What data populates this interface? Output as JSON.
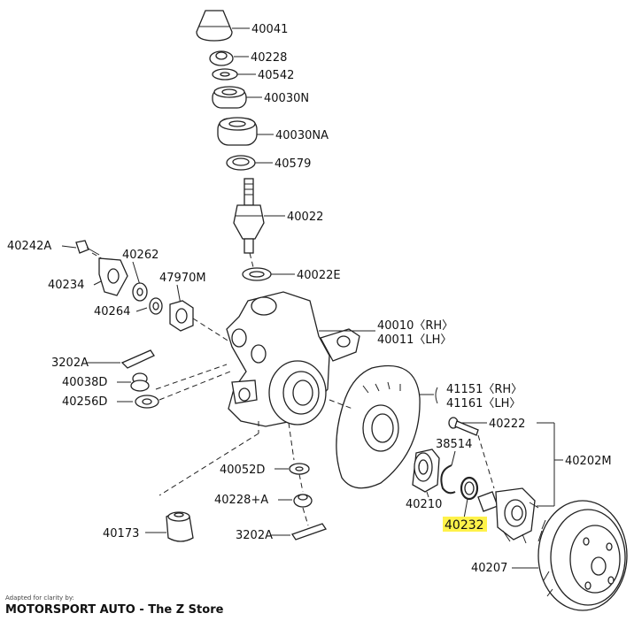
{
  "labels": {
    "p40041": "40041",
    "p40228": "40228",
    "p40542": "40542",
    "p40030N": "40030N",
    "p40030NA": "40030NA",
    "p40579": "40579",
    "p40022": "40022",
    "p40022E": "40022E",
    "p40242A": "40242A",
    "p40262": "40262",
    "p40234": "40234",
    "p47970M": "47970M",
    "p40264": "40264",
    "p40010": "40010〈RH〉",
    "p40011": "40011〈LH〉",
    "p3202A_top": "3202A",
    "p40038D": "40038D",
    "p40256D": "40256D",
    "p41151": "41151〈RH〉",
    "p41161": "41161〈LH〉",
    "p40222": "40222",
    "p38514": "38514",
    "p40202M": "40202M",
    "p40052D": "40052D",
    "p40228A": "40228+A",
    "p40210": "40210",
    "p40232": "40232",
    "p40173": "40173",
    "p3202A_bottom": "3202A",
    "p40207": "40207"
  },
  "highlight_color": "#fff24a",
  "footer": {
    "credit": "Adapted for clarity by:",
    "brand": "MOTORSPORT AUTO - The Z Store"
  }
}
